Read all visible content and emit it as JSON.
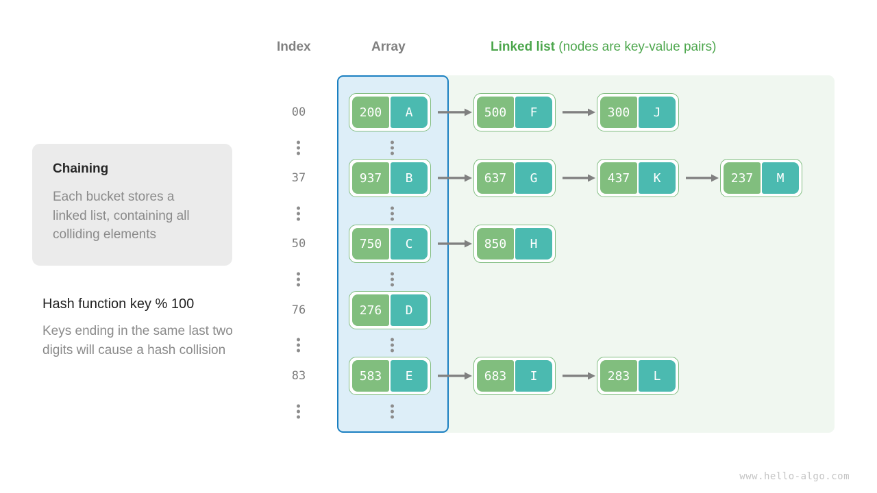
{
  "headers": {
    "index": "Index",
    "array": "Array",
    "linked_bold": "Linked list",
    "linked_rest": " (nodes are key-value pairs)"
  },
  "colors": {
    "header_gray": "#808080",
    "header_green": "#4CA64C",
    "node_key_green": "#81be7e",
    "node_value_teal": "#4bbab0",
    "node_border_green": "#7fbc7f",
    "array_column_fill": "#ddeef8",
    "array_column_border": "#1a7fc1",
    "outer_panel_fill": "#f0f7f0",
    "arrow_gray": "#808080",
    "card_fill": "#ebebeb"
  },
  "info_card": {
    "title": "Chaining",
    "body": "Each bucket stores a linked list, containing all colliding elements"
  },
  "hash_note": {
    "title": "Hash function key % 100",
    "body": "Keys ending in the same last two digits will cause a hash collision"
  },
  "watermark": "www.hello-algo.com",
  "ellipsis_icon": "vertical-ellipsis-icon",
  "rows": [
    {
      "index": "00",
      "nodes": [
        {
          "key": "200",
          "value": "A"
        },
        {
          "key": "500",
          "value": "F"
        },
        {
          "key": "300",
          "value": "J"
        }
      ]
    },
    {
      "index": "37",
      "nodes": [
        {
          "key": "937",
          "value": "B"
        },
        {
          "key": "637",
          "value": "G"
        },
        {
          "key": "437",
          "value": "K"
        },
        {
          "key": "237",
          "value": "M"
        }
      ]
    },
    {
      "index": "50",
      "nodes": [
        {
          "key": "750",
          "value": "C"
        },
        {
          "key": "850",
          "value": "H"
        }
      ]
    },
    {
      "index": "76",
      "nodes": [
        {
          "key": "276",
          "value": "D"
        }
      ]
    },
    {
      "index": "83",
      "nodes": [
        {
          "key": "583",
          "value": "E"
        },
        {
          "key": "683",
          "value": "I"
        },
        {
          "key": "283",
          "value": "L"
        }
      ]
    }
  ]
}
